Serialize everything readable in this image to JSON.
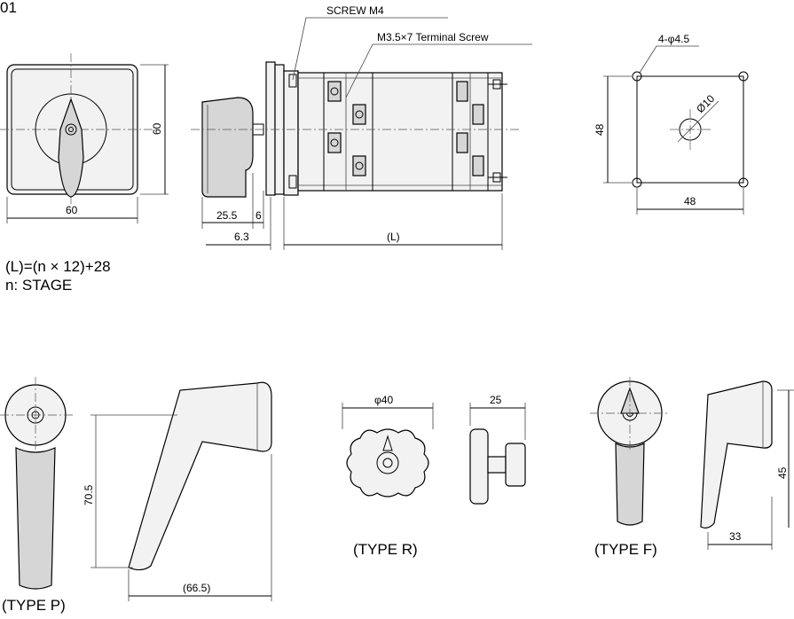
{
  "figure_label": "01",
  "labels": {
    "screw": "SCREW M4",
    "terminal_screw": "M3.5×7 Terminal Screw",
    "holes": "4-φ4.5",
    "center_hole": "Ø10"
  },
  "dims": {
    "front_height": "60",
    "front_width": "60",
    "knob_depth": "25.5",
    "panel_gap": "6",
    "offset": "6.3",
    "length": "(L)",
    "cutout_height": "48",
    "cutout_width": "48",
    "typep_height": "70.5",
    "typep_length": "(66.5)",
    "typer_diameter": "φ40",
    "typer_depth": "25",
    "typef_height": "45",
    "typef_length": "33"
  },
  "formula": {
    "line1": "(L)=(n × 12)+28",
    "line2": "n: STAGE"
  },
  "captions": {
    "type_p": "(TYPE P)",
    "type_r": "(TYPE R)",
    "type_f": "(TYPE F)"
  }
}
